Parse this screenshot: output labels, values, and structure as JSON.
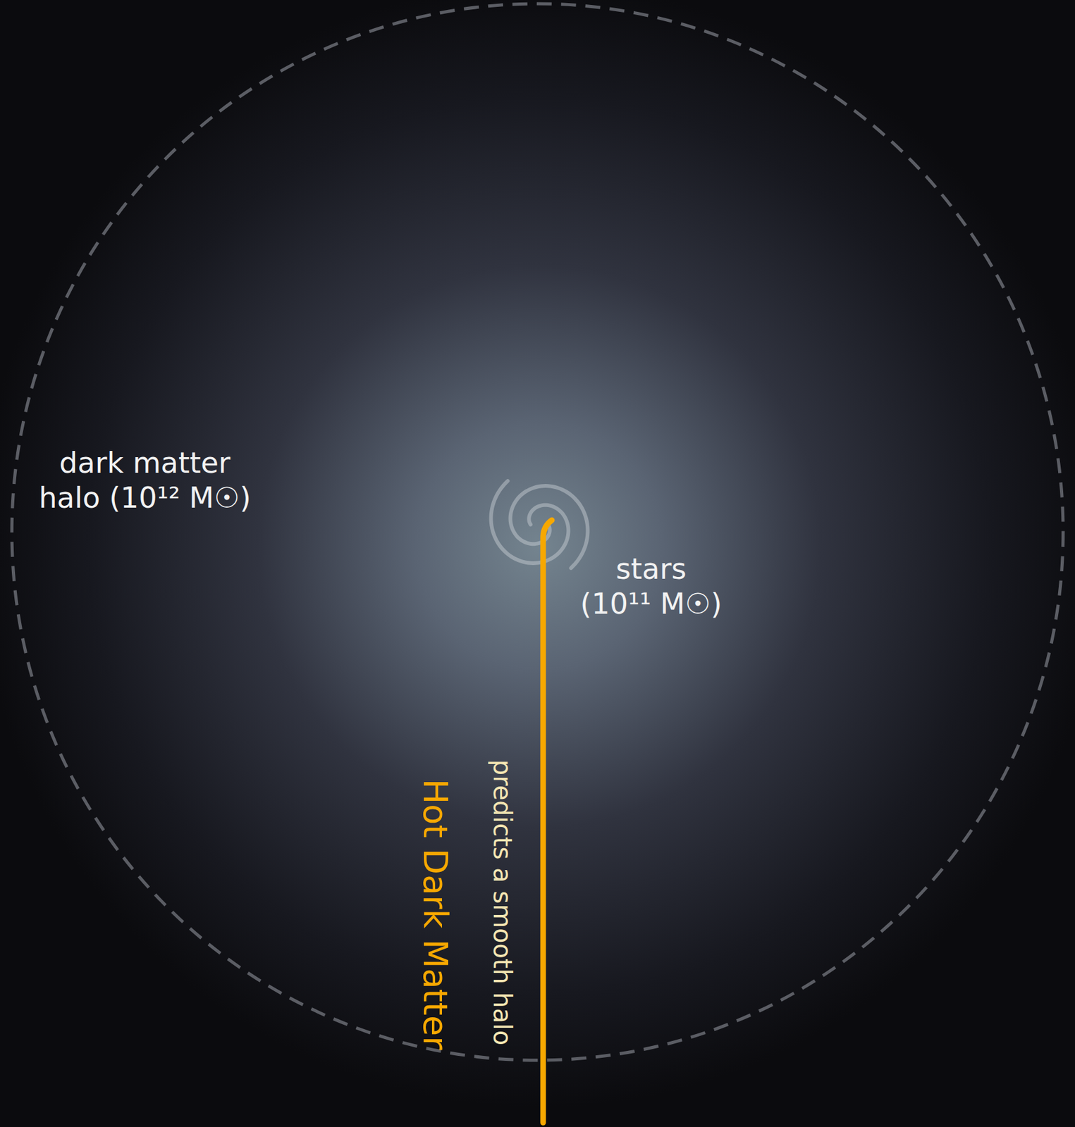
{
  "diagram": {
    "labels": [
      "dark matter halo (10¹² M☉)",
      "stars (10¹¹ M☉)",
      "predicts a smooth halo",
      "Hot Dark Matter"
    ]
  }
}
